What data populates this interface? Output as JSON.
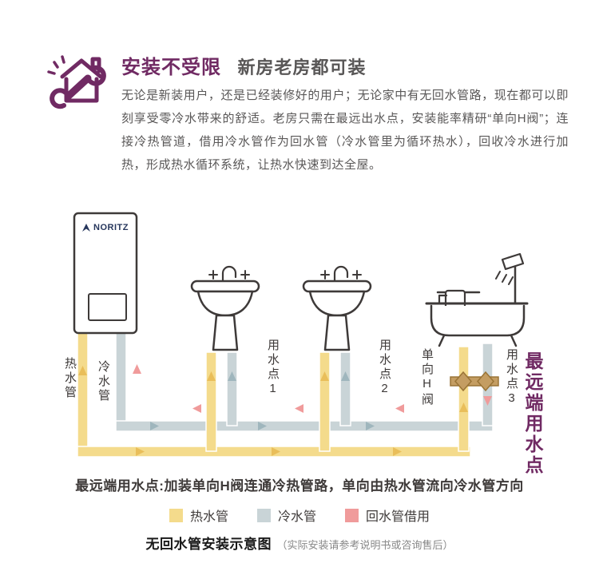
{
  "header": {
    "title": "安装不受限",
    "subtitle": "新房老房都可装",
    "paragraph": "无论是新装用户，还是已经装修好的用户；无论家中有无回水管路，现在都可以即刻享受零冷水带来的舒适。老房只需在最远出水点，安装能率精研“单向H阀”；连接冷热管道，借用冷水管作为回水管（冷水管里为循环热水），回收冷水进行加热，形成热水循环系统，让热水快速到达全屋。"
  },
  "diagram": {
    "heater_brand": "NORITZ",
    "labels": {
      "hot_pipe": "热水管",
      "cold_pipe": "冷水管",
      "point1": "用水点1",
      "point2": "用水点2",
      "valve": "单向H阀",
      "point3": "用水点3",
      "farthest_point": "最远端用水点"
    },
    "colors": {
      "hot": "#F4DB8C",
      "hot_arrow": "#E9BE5A",
      "cold": "#C9D4D7",
      "cold_arrow": "#9FB6BD",
      "return": "#F09B9B",
      "valve_brass": "#C49D62",
      "accent_purple": "#702A63"
    }
  },
  "footer": {
    "note": "最远端用水点:加装单向H阀连通冷热管路，单向由热水管流向冷水管方向",
    "legend": [
      {
        "label": "热水管",
        "color": "#F4DB8C"
      },
      {
        "label": "冷水管",
        "color": "#C9D4D7"
      },
      {
        "label": "回水管借用",
        "color": "#F09B9B"
      }
    ],
    "caption_title": "无回水管安装示意图",
    "caption_note": "（实际安装请参考说明书或咨询售后）"
  }
}
